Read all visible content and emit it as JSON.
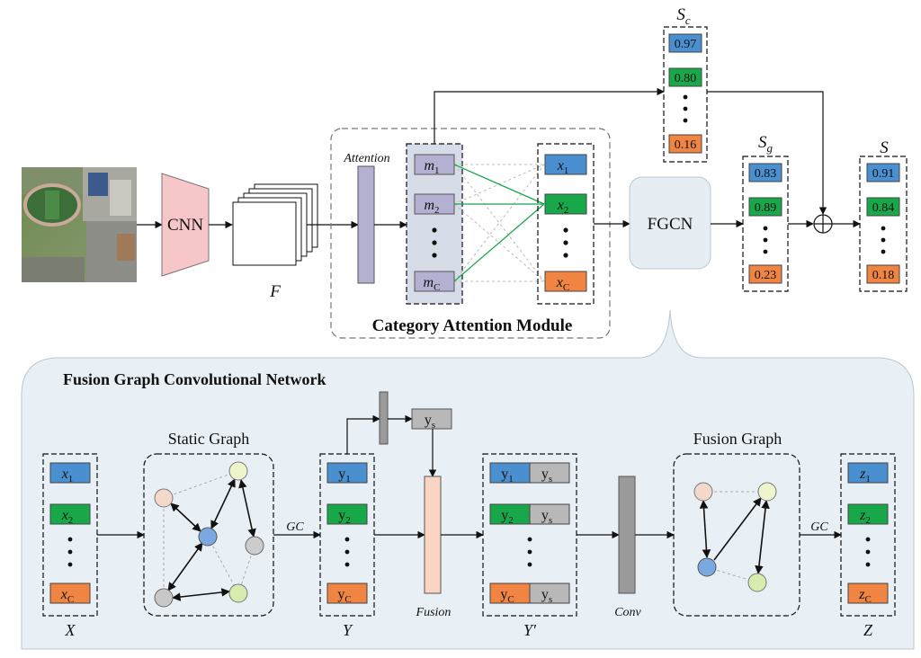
{
  "top": {
    "cnn_label": "CNN",
    "feature_label": "F",
    "attention_label": "Attention",
    "cam_title": "Category Attention Module",
    "m_items": [
      {
        "base": "m",
        "sub": "1"
      },
      {
        "base": "m",
        "sub": "2"
      },
      {
        "base": "m",
        "sub": "C"
      }
    ],
    "x_items": [
      {
        "base": "x",
        "sub": "1"
      },
      {
        "base": "x",
        "sub": "2"
      },
      {
        "base": "x",
        "sub": "C"
      }
    ],
    "fgcn_label": "FGCN",
    "sc": {
      "base": "S",
      "sub": "c",
      "values": [
        "0.97",
        "0.80",
        "0.16"
      ]
    },
    "sg": {
      "base": "S",
      "sub": "g",
      "values": [
        "0.83",
        "0.89",
        "0.23"
      ]
    },
    "s": {
      "base": "S",
      "values": [
        "0.91",
        "0.84",
        "0.18"
      ]
    },
    "dots": "•"
  },
  "bottom": {
    "title": "Fusion Graph Convolutional Network",
    "x_items": [
      {
        "base": "x",
        "sub": "1"
      },
      {
        "base": "x",
        "sub": "2"
      },
      {
        "base": "x",
        "sub": "C"
      }
    ],
    "x_label": "X",
    "static_graph_label": "Static  Graph",
    "gc_label": "GC",
    "y_items": [
      {
        "base": "y",
        "sub": "1"
      },
      {
        "base": "y",
        "sub": "2"
      },
      {
        "base": "y",
        "sub": "C"
      }
    ],
    "y_label": "Y",
    "ys": {
      "base": "y",
      "sub": "s"
    },
    "fusion_label": "Fusion",
    "yprime_label": "Y′",
    "conv_label": "Conv",
    "fusion_graph_label": "Fusion  Graph",
    "gc2_label": "GC",
    "z_items": [
      {
        "base": "z",
        "sub": "1"
      },
      {
        "base": "z",
        "sub": "2"
      },
      {
        "base": "z",
        "sub": "C"
      }
    ],
    "z_label": "Z"
  },
  "colors": {
    "blue": "#4a8fd0",
    "green": "#18a84a",
    "orange": "#f08442",
    "purple": "#b4b0d2",
    "pink": "#f5c4c4",
    "fgcn_bg": "#e6eef4",
    "panel_bg": "#e8f0f5",
    "fusion": "#f9d4c2",
    "grey": "#b8b8b8"
  }
}
